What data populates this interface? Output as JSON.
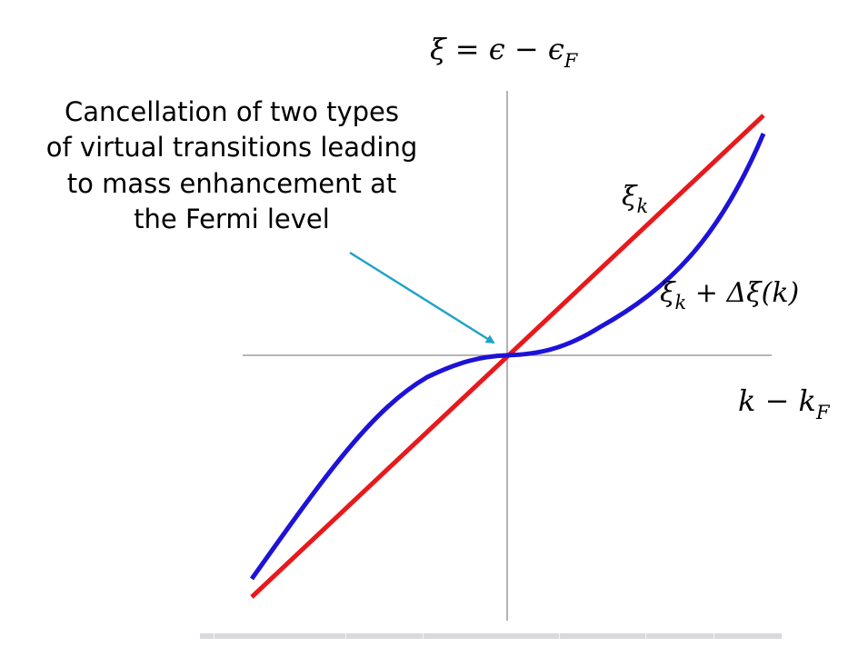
{
  "labels": {
    "y_axis": "ξ = ϵ − ϵ",
    "y_axis_sub": "F",
    "x_axis": "k − k",
    "x_axis_sub": "F",
    "bare_curve": "ξ",
    "bare_curve_sub": "k",
    "dressed_curve_a": "ξ",
    "dressed_curve_sub": "k",
    "dressed_curve_b": " + Δξ(k)"
  },
  "annotation": {
    "lines": [
      "Cancellation of two types",
      "of virtual transitions leading",
      "to mass enhancement at",
      "the Fermi level"
    ]
  },
  "colors": {
    "bare_curve": "#e8191b",
    "dressed_curve": "#1d12d8",
    "arrow": "#1fa2c8",
    "axes": "#8a8a8a"
  },
  "curves": {
    "bare": "straight line through the Fermi point",
    "dressed": "cubic-like curve flattened at the Fermi point"
  }
}
